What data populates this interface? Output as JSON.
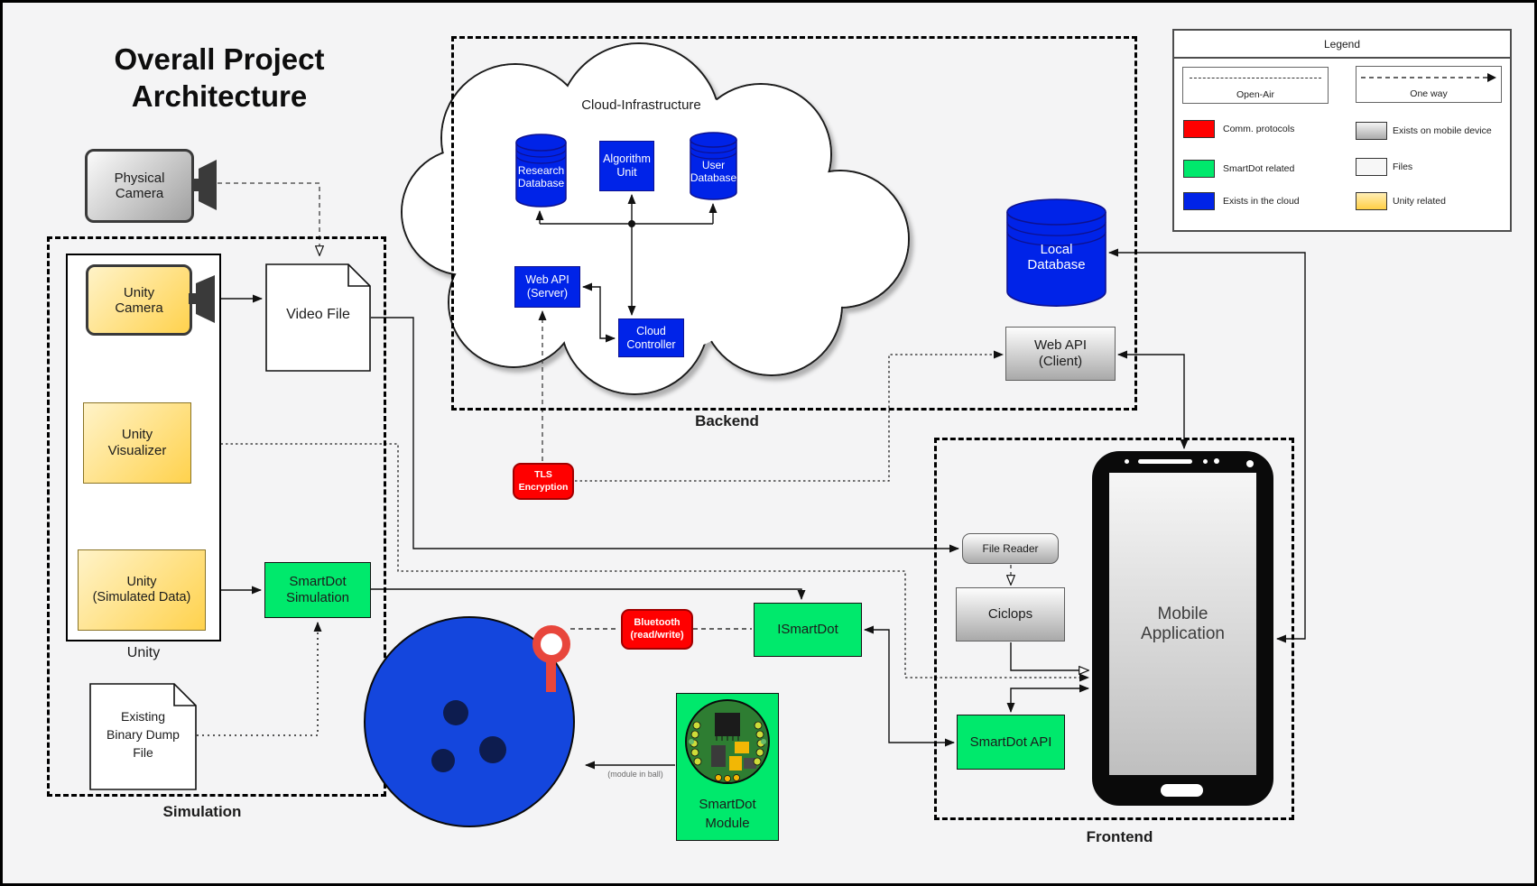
{
  "title": "Overall Project\nArchitecture",
  "regions": {
    "simulation": "Simulation",
    "backend": "Backend",
    "frontend": "Frontend",
    "unity": "Unity"
  },
  "cloud": {
    "label": "Cloud-Infrastructure",
    "research_database": "Research\nDatabase",
    "algorithm_unit": "Algorithm\nUnit",
    "user_database": "User\nDatabase",
    "web_api_server": "Web API\n(Server)",
    "cloud_controller": "Cloud\nController"
  },
  "nodes": {
    "physical_camera": "Physical\nCamera",
    "unity_camera": "Unity\nCamera",
    "unity_visualizer": "Unity\nVisualizer",
    "unity_simulated_data": "Unity\n(Simulated Data)",
    "video_file": "Video File",
    "existing_binary_dump_file": "Existing\nBinary Dump\nFile",
    "smartdot_simulation": "SmartDot\nSimulation",
    "tls_encryption": "TLS\nEncryption",
    "bluetooth": "Bluetooth\n(read/write)",
    "ismartdot": "ISmartDot",
    "smartdot_module": "SmartDot\nModule",
    "module_in_ball_note": "(module in ball)",
    "local_database": "Local\nDatabase",
    "web_api_client": "Web API\n(Client)",
    "file_reader": "File Reader",
    "ciclops": "Ciclops",
    "smartdot_api": "SmartDot API",
    "mobile_application": "Mobile\nApplication"
  },
  "legend": {
    "title": "Legend",
    "line_samples": [
      {
        "label": "Open-Air"
      },
      {
        "label": "One way"
      }
    ],
    "items": [
      {
        "label": "Comm. protocols",
        "color": "#ff0000"
      },
      {
        "label": "SmartDot related",
        "color": "#00e96c"
      },
      {
        "label": "Exists in the cloud",
        "color": "#0023e8"
      },
      {
        "label": "Exists on mobile device",
        "color": "#c9c9c9"
      },
      {
        "label": "Files",
        "color": "#f5f5f5"
      },
      {
        "label": "Unity related",
        "color": "#ffd24d"
      }
    ]
  },
  "colors": {
    "cloud_blue": "#0023e8",
    "smartdot_green": "#00e96c",
    "protocol_red": "#ff0000",
    "unity_yellow": "#ffd24d",
    "ball_blue": "#1446dd",
    "background": "#f4f4f5"
  }
}
